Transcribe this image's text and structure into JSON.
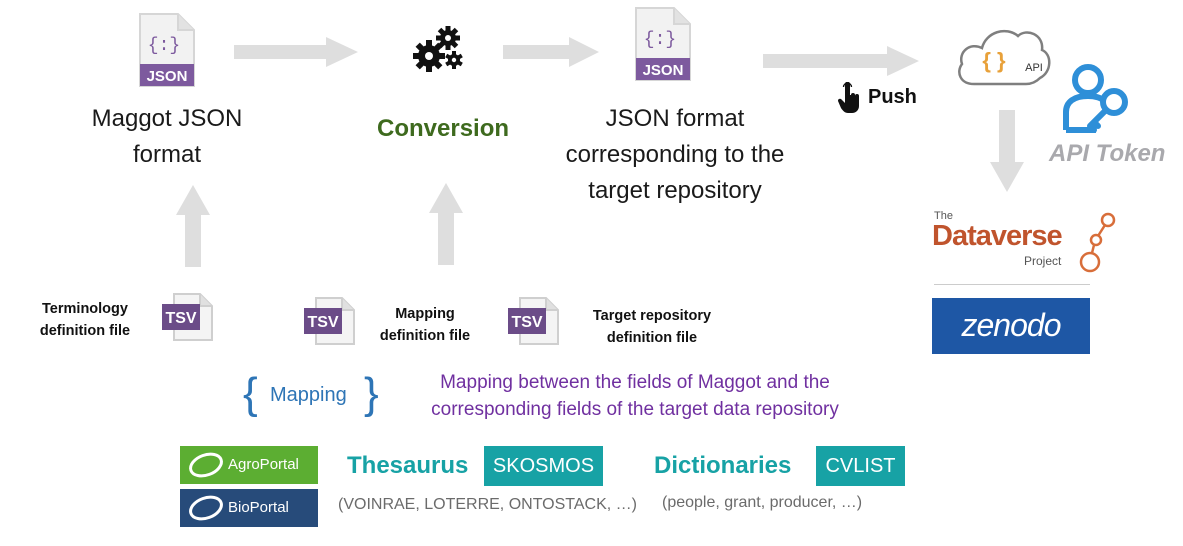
{
  "top_row": {
    "maggot_json_icon_text": "JSON",
    "maggot_json_icon_glyph": "{:}",
    "maggot_label_line1": "Maggot JSON",
    "maggot_label_line2": "format",
    "conversion_label": "Conversion",
    "target_json_icon_text": "JSON",
    "target_json_icon_glyph": "{:}",
    "target_label_line1": "JSON format",
    "target_label_line2": "corresponding to the",
    "target_label_line3": "target repository",
    "push_label": "Push",
    "api_icon_text": "API",
    "api_icon_glyph": "{ }",
    "api_token_label": "API Token"
  },
  "files": {
    "tsv_icon_text": "TSV",
    "terminology_line1": "Terminology",
    "terminology_line2": "definition file",
    "mapping_line1": "Mapping",
    "mapping_line2": "definition file",
    "target_repo_line1": "Target repository",
    "target_repo_line2": "definition file"
  },
  "mapping": {
    "brace_open": "{",
    "brace_close": "}",
    "label": "Mapping",
    "desc_line1": "Mapping between the fields of Maggot and the",
    "desc_line2": "corresponding fields of the target data repository"
  },
  "vocab": {
    "agroportal": "AgroPortal",
    "bioportal": "BioPortal",
    "thesaurus": "Thesaurus",
    "skosmos": "SKOSMOS",
    "thesaurus_examples": "(VOINRAE, LOTERRE, ONTOSTACK, …)",
    "dictionaries": "Dictionaries",
    "cvlist": "CVLIST",
    "dictionaries_examples": "(people, grant, producer, …)"
  },
  "repositories": {
    "dataverse_small": "The",
    "dataverse_big": "Dataverse",
    "dataverse_sub": "Project",
    "zenodo": "zenodo"
  },
  "colors": {
    "arrow": "#dedede",
    "conversion": "#3e6a1e",
    "mapping_blue": "#2e75b6",
    "mapping_purple": "#7030a0",
    "teal": "#17a2a5",
    "json_purple": "#7d5a9e",
    "tsv_purple": "#6b4c88",
    "dataverse_red": "#c0542d",
    "zenodo_blue": "#1e57a5",
    "agro_green": "#5cae32",
    "bio_blue": "#274b7a"
  }
}
